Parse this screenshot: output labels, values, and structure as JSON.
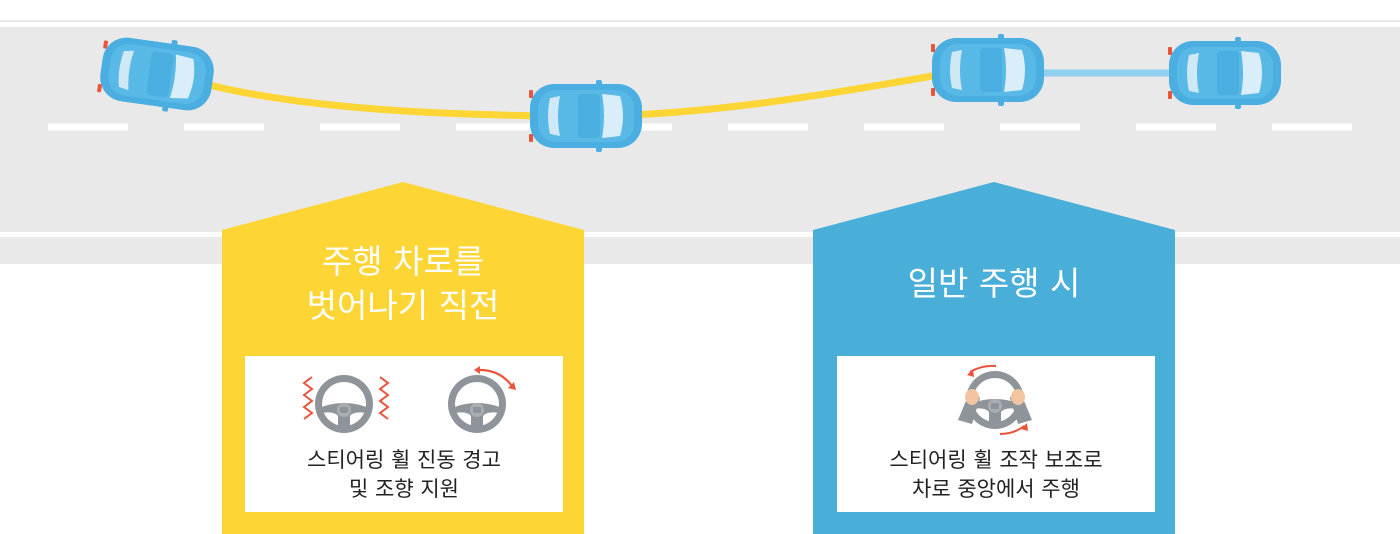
{
  "colors": {
    "road": "#e9e9e9",
    "lane_mark": "#ffffff",
    "yellow": "#fdd535",
    "blue": "#4aafd8",
    "car_body": "#4aaee0",
    "car_window": "#d9eef8",
    "wheel_gray": "#8e9499",
    "warning_red": "#e8553a"
  },
  "left_panel": {
    "title_line1": "주행 차로를",
    "title_line2": "벗어나기 직전",
    "caption_line1": "스티어링 휠 진동 경고",
    "caption_line2": "및 조향 지원",
    "icons": [
      "vibrating-steering-wheel-icon",
      "rotating-steering-wheel-icon"
    ]
  },
  "right_panel": {
    "title": "일반 주행 시",
    "caption_line1": "스티어링 휠 조작 보조로",
    "caption_line2": "차로 중앙에서 주행",
    "icons": [
      "hands-on-steering-wheel-icon"
    ]
  }
}
